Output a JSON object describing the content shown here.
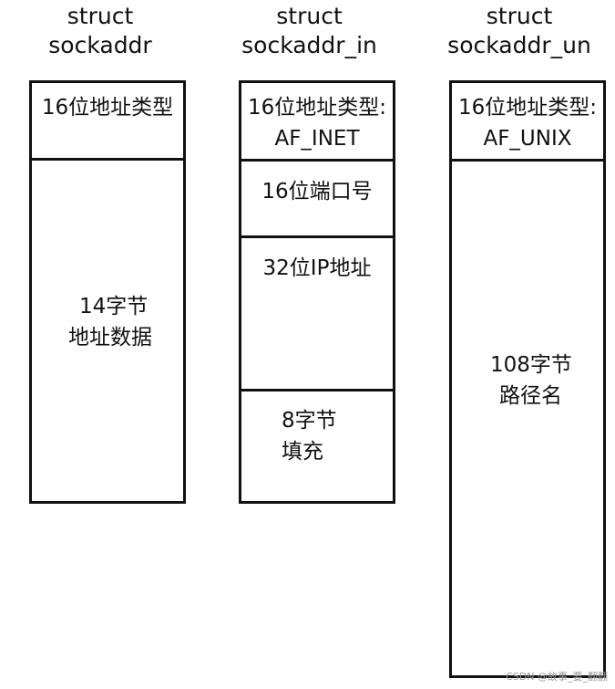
{
  "structs": [
    {
      "title_line1": "struct",
      "title_line2": "sockaddr",
      "fields": [
        {
          "line1": "16位地址类型",
          "line2": ""
        },
        {
          "line1": "14字节",
          "line2": "地址数据"
        }
      ]
    },
    {
      "title_line1": "struct",
      "title_line2": "sockaddr_in",
      "fields": [
        {
          "line1": "16位地址类型:",
          "line2": "AF_INET"
        },
        {
          "line1": "16位端口号",
          "line2": ""
        },
        {
          "line1": "32位IP地址",
          "line2": ""
        },
        {
          "line1": "8字节",
          "line2": "填充"
        }
      ]
    },
    {
      "title_line1": "struct",
      "title_line2": "sockaddr_un",
      "fields": [
        {
          "line1": "16位地址类型:",
          "line2": "AF_UNIX"
        },
        {
          "line1": "108字节",
          "line2": "路径名"
        }
      ]
    }
  ],
  "watermark": "CSDN @故事_要_翻翻"
}
